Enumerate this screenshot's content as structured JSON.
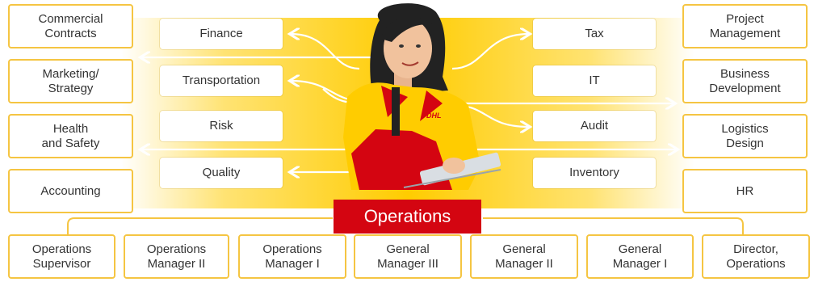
{
  "colors": {
    "band": "#ffcc00",
    "border": "#f5c542",
    "red": "#d40511",
    "text": "#333333"
  },
  "left_outer": [
    "Commercial\nContracts",
    "Marketing/\nStrategy",
    "Health\nand Safety",
    "Accounting"
  ],
  "left_inner": [
    "Finance",
    "Transportation",
    "Risk",
    "Quality"
  ],
  "right_inner": [
    "Tax",
    "IT",
    "Audit",
    "Inventory"
  ],
  "right_outer": [
    "Project\nManagement",
    "Business\nDevelopment",
    "Logistics\nDesign",
    "HR"
  ],
  "center_label": "Operations",
  "roles": [
    "Operations\nSupervisor",
    "Operations\nManager II",
    "Operations\nManager I",
    "General\nManager III",
    "General\nManager II",
    "General\nManager I",
    "Director,\nOperations"
  ]
}
